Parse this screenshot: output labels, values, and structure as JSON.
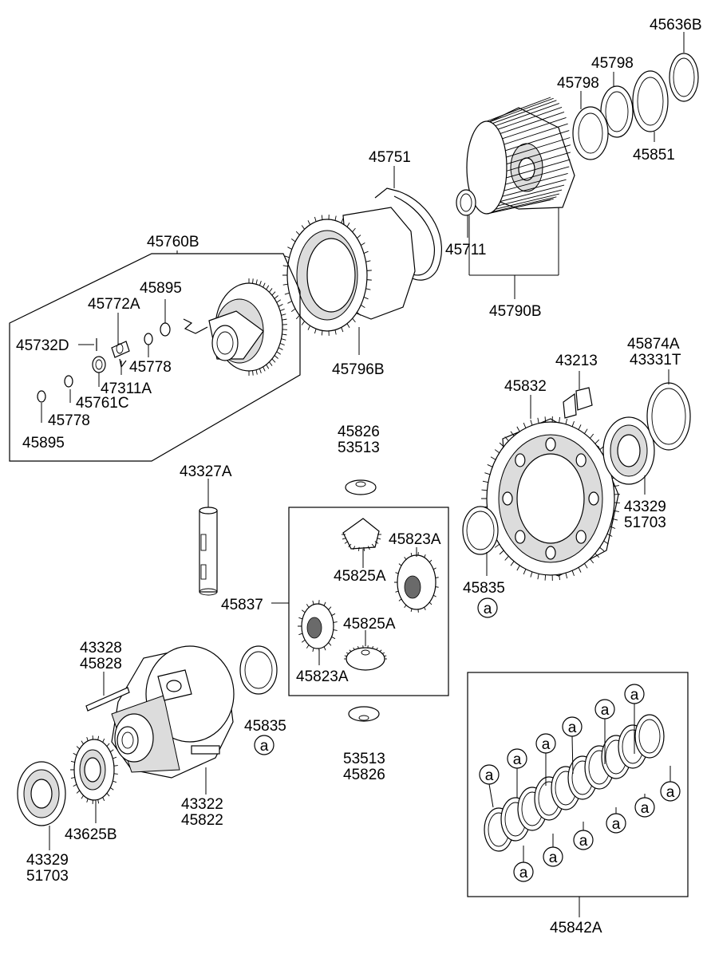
{
  "labels": {
    "p45636B": "45636B",
    "p45798a": "45798",
    "p45798b": "45798",
    "p45851": "45851",
    "p45751": "45751",
    "p45711": "45711",
    "p45790B": "45790B",
    "p45760B": "45760B",
    "p45895a": "45895",
    "p45772A": "45772A",
    "p45732D": "45732D",
    "p45778a": "45778",
    "p47311A": "47311A",
    "p45761C": "45761C",
    "p45778b": "45778",
    "p45895b": "45895",
    "p45796B": "45796B",
    "p45874A": "45874A",
    "p43331T": "43331T",
    "p43213": "43213",
    "p45832": "45832",
    "p45826a": "45826",
    "p53513a": "53513",
    "p43327A": "43327A",
    "p45823Aa": "45823A",
    "p45825Aa": "45825A",
    "p43329a": "43329",
    "p51703a": "51703",
    "p45837": "45837",
    "p45835a": "45835",
    "p45825Ab": "45825A",
    "p43328": "43328",
    "p45828": "45828",
    "p45823Ab": "45823A",
    "p45835b": "45835",
    "p53513b": "53513",
    "p45826b": "45826",
    "p43322": "43322",
    "p45822": "45822",
    "p43625B": "43625B",
    "p43329b": "43329",
    "p51703b": "51703",
    "p45842A": "45842A"
  },
  "callout_letter": "a"
}
